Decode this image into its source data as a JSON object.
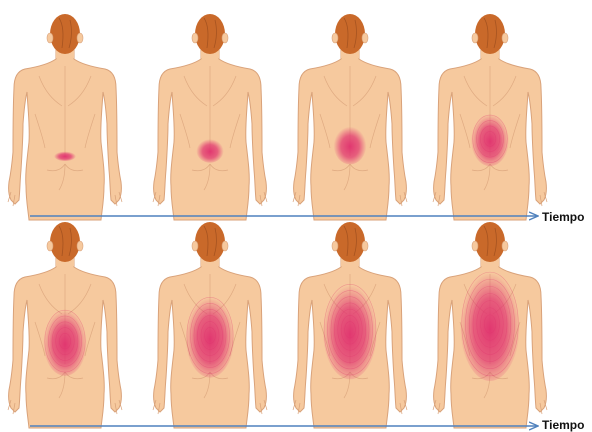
{
  "timeline_label": "Tiempo",
  "colors": {
    "skin": "#F6C99E",
    "skin_outline": "#D9A27A",
    "hair": "#C9692A",
    "hair_dark": "#A65320",
    "pain": "#E0306E",
    "arrow": "#4F81BD"
  },
  "rows": [
    {
      "figures": [
        {
          "pain_level": 1
        },
        {
          "pain_level": 2
        },
        {
          "pain_level": 3
        },
        {
          "pain_level": 4
        }
      ]
    },
    {
      "figures": [
        {
          "pain_level": 5
        },
        {
          "pain_level": 6
        },
        {
          "pain_level": 7
        },
        {
          "pain_level": 8
        }
      ]
    }
  ]
}
